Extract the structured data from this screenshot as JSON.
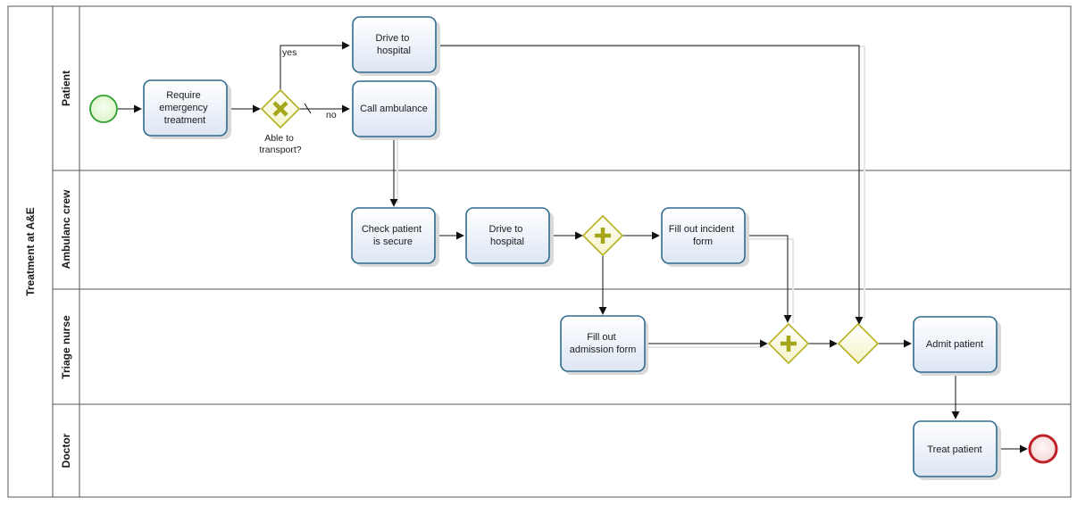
{
  "pool": {
    "name": "Treatment at A&E"
  },
  "lanes": [
    {
      "id": "patient",
      "name": "Patient"
    },
    {
      "id": "ambulance",
      "name": "Ambulanc crew"
    },
    {
      "id": "triage",
      "name": "Triage nurse"
    },
    {
      "id": "doctor",
      "name": "Doctor"
    }
  ],
  "tasks": {
    "require": [
      "Require",
      "emergency",
      "treatment"
    ],
    "drive_self": [
      "Drive to",
      "hospital"
    ],
    "call": [
      "Call ambulance"
    ],
    "check": [
      "Check patient",
      "is secure"
    ],
    "drive_amb": [
      "Drive to",
      "hospital"
    ],
    "incident": [
      "Fill out incident",
      "form"
    ],
    "admission": [
      "Fill out",
      "admission form"
    ],
    "admit": [
      "Admit patient"
    ],
    "treat": [
      "Treat patient"
    ]
  },
  "gateways": {
    "able": {
      "type": "exclusive",
      "label": [
        "Able to",
        "transport?"
      ]
    },
    "split": {
      "type": "parallel"
    },
    "join": {
      "type": "parallel"
    },
    "merge": {
      "type": "exclusive-unmarked"
    }
  },
  "flow_labels": {
    "yes": "yes",
    "no": "no"
  },
  "colors": {
    "task_border": "#2e6b8f",
    "gateway_border": "#b5b020",
    "gateway_marker": "#a6a61a",
    "start_event": "#2e9e2e",
    "end_event": "#c0202a"
  }
}
